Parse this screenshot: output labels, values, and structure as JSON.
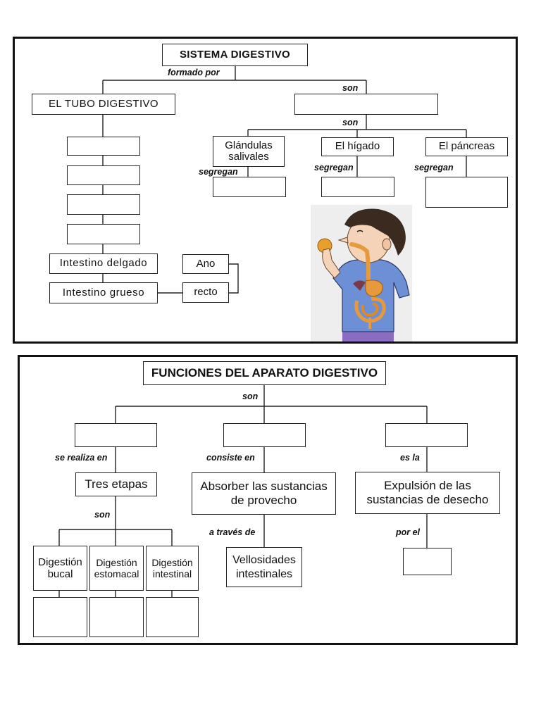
{
  "top_map": {
    "title": "SISTEMA DIGESTIVO",
    "formado_por": "formado por",
    "son_1": "son",
    "son_2": "son",
    "tubo": "EL TUBO DIGESTIVO",
    "glandulas_salivales": "Glándulas salivales",
    "higado": "El hígado",
    "pancreas": "El páncreas",
    "segregan_1": "segregan",
    "segregan_2": "segregan",
    "segregan_3": "segregan",
    "intestino_delgado": "Intestino delgado",
    "intestino_grueso": "Intestino grueso",
    "ano": "Ano",
    "recto": "recto"
  },
  "bottom_map": {
    "title": "FUNCIONES DEL APARATO DIGESTIVO",
    "son_1": "son",
    "son_2": "son",
    "se_realiza_en": "se realiza en",
    "consiste_en": "consiste en",
    "es_la": "es la",
    "a_traves_de": "a través de",
    "por_el": "por el",
    "tres_etapas": "Tres etapas",
    "absorber": "Absorber las sustancias de provecho",
    "expulsion": "Expulsión de las sustancias de desecho",
    "digestion_bucal": "Digestión bucal",
    "digestion_estomacal": "Digestión estomacal",
    "digestion_intestinal": "Digestión intestinal",
    "vellosidades": "Vellosidades intestinales"
  },
  "illustration": {
    "icon": "boy-digestive-system-illustration"
  },
  "colors": {
    "line": "#222222",
    "skin": "#f4d3b8",
    "hair": "#3a2a20",
    "shirt": "#6d8fd6",
    "organ": "#e79a3c",
    "pants": "#8a6cc0"
  }
}
